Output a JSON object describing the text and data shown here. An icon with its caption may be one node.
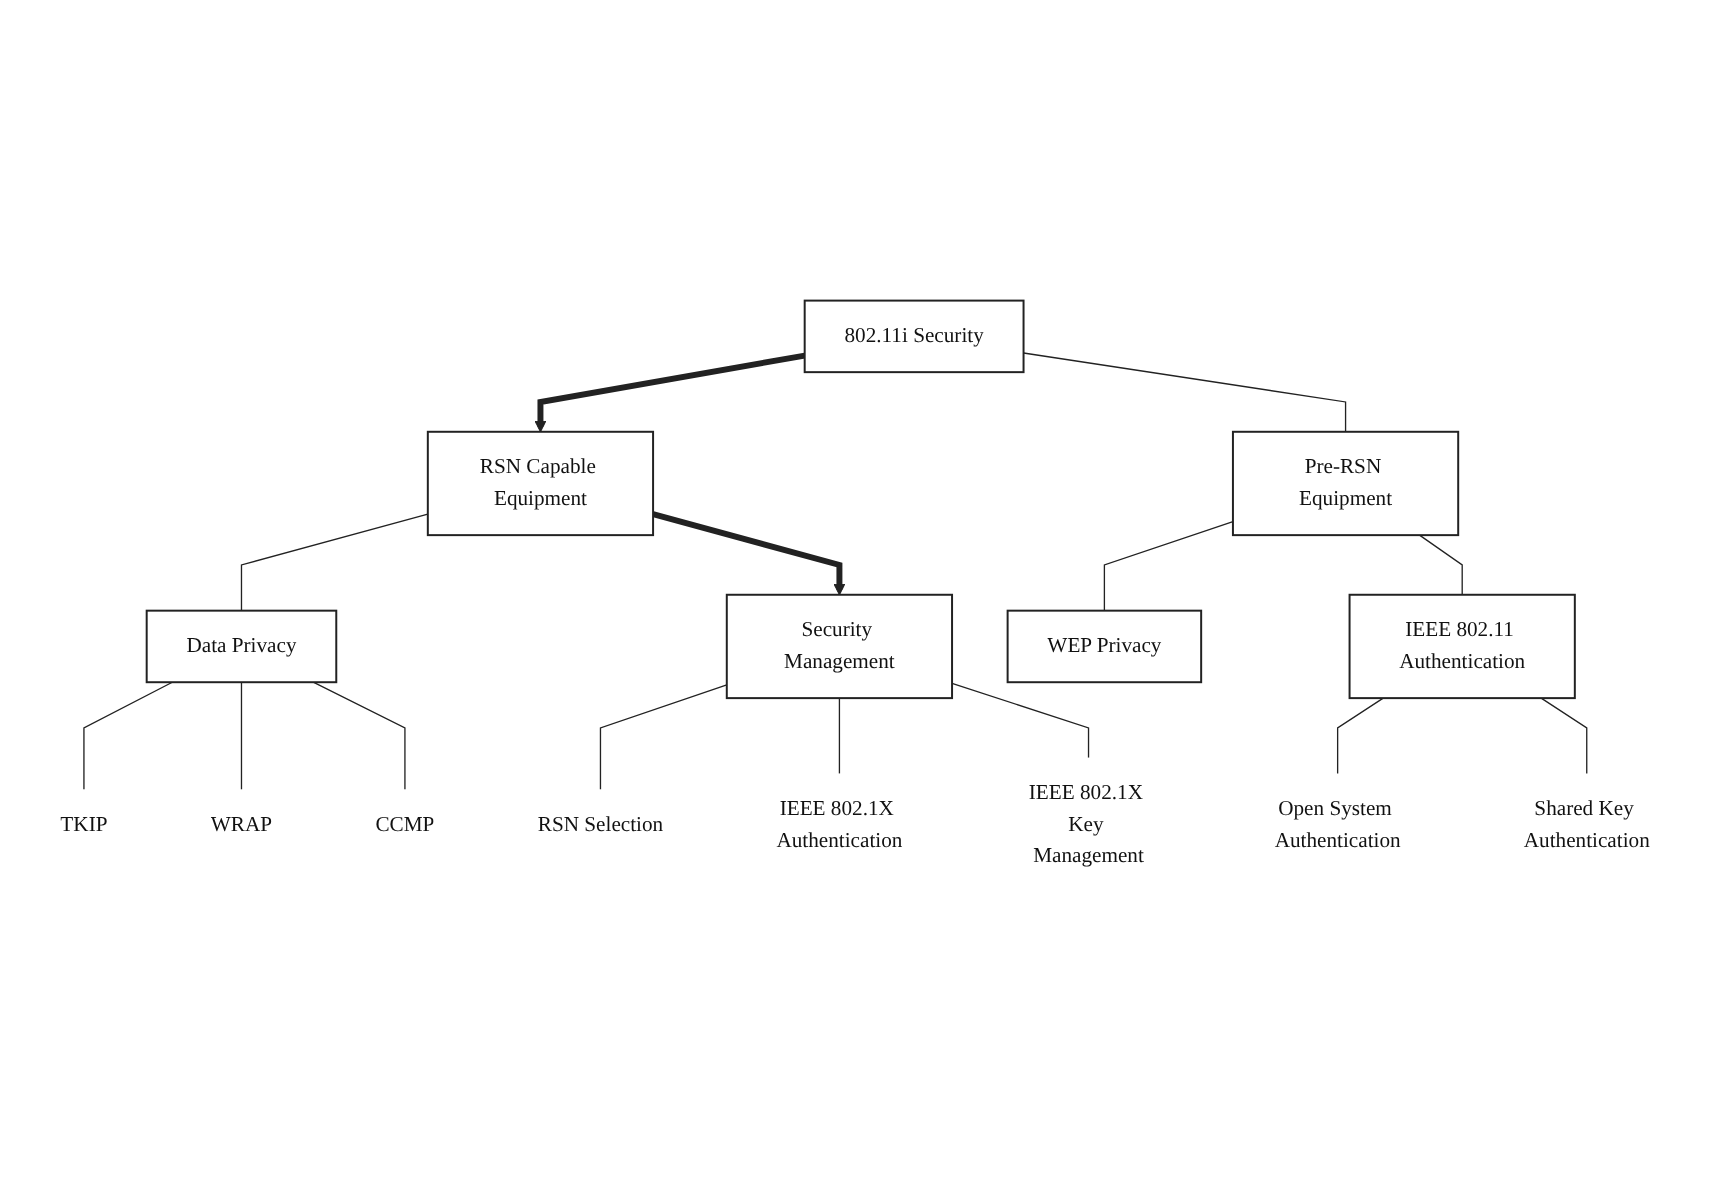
{
  "diagram": {
    "nodes": [
      {
        "text": [
          "802.11i Security"
        ]
      },
      {
        "text": [
          "RSN Capable Equipment"
        ]
      },
      {
        "text": [
          "Pre-RSN Equipment"
        ]
      },
      {
        "text": [
          "Data Privacy"
        ]
      },
      {
        "text": [
          "Security Management"
        ]
      },
      {
        "text": [
          "WEP Privacy"
        ]
      },
      {
        "text": [
          "IEEE 802.11 Authentication"
        ]
      },
      {
        "text": [
          "TKIP"
        ]
      },
      {
        "text": [
          "WRAP"
        ]
      },
      {
        "text": [
          "CCMP"
        ]
      },
      {
        "text": [
          "RSN Selection"
        ]
      },
      {
        "text": [
          "IEEE 802.1X Authentication"
        ]
      },
      {
        "text": [
          "IEEE 802.1X Key Management"
        ]
      },
      {
        "text": [
          "Open System Authentication"
        ]
      },
      {
        "text": [
          "Shared Key Authentication"
        ]
      }
    ],
    "edges": [
      {
        "from": 0,
        "to": 1,
        "arrow": "to",
        "style": "thick"
      },
      {
        "from": 0,
        "to": 2,
        "arrow": "none"
      },
      {
        "from": 1,
        "to": 3,
        "arrow": "none"
      },
      {
        "from": 1,
        "to": 4,
        "arrow": "to",
        "style": "thick"
      },
      {
        "from": 2,
        "to": 5,
        "arrow": "none"
      },
      {
        "from": 2,
        "to": 6,
        "arrow": "none"
      },
      {
        "from": 3,
        "to": 7,
        "arrow": "none"
      },
      {
        "from": 3,
        "to": 8,
        "arrow": "none"
      },
      {
        "from": 3,
        "to": 9,
        "arrow": "none"
      },
      {
        "from": 4,
        "to": 10,
        "arrow": "none"
      },
      {
        "from": 4,
        "to": 11,
        "arrow": "none"
      },
      {
        "from": 4,
        "to": 12,
        "arrow": "none"
      },
      {
        "from": 6,
        "to": 13,
        "arrow": "none"
      },
      {
        "from": 6,
        "to": 14,
        "arrow": "none"
      }
    ]
  }
}
